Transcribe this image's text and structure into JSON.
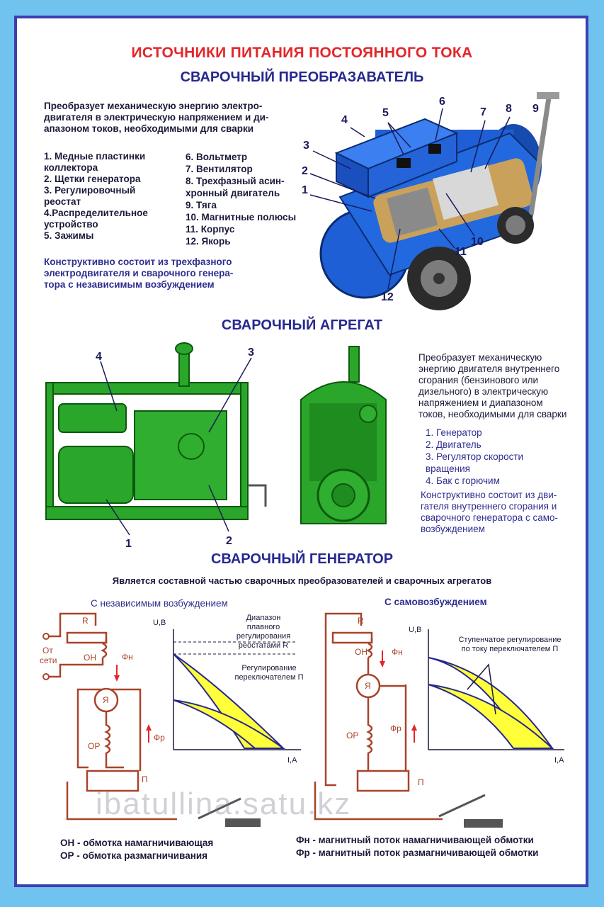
{
  "header": {
    "title": "ИСТОЧНИКИ ПИТАНИЯ ПОСТОЯННОГО ТОКА",
    "subtitle": "СВАРОЧНЫЙ ПРЕОБРАЗАВАТЕЛЬ"
  },
  "converter": {
    "description": "Преобразует механическую энергию электро-\nдвигателя в электрическую напряжением и ди-\nапазоном токов, необходимыми для сварки",
    "parts_left": [
      "1. Медные пластинки\nколлектора",
      "2. Щетки генератора",
      "3. Регулировочный\nреостат",
      "4.Распределительное\nустройство",
      "5. Зажимы"
    ],
    "parts_right": [
      "6. Вольтметр",
      "7. Вентилятор",
      "8. Трехфазный асин-\nхронный двигатель",
      "9. Тяга",
      "10. Магнитные полюсы",
      "11. Корпус",
      "12. Якорь"
    ],
    "construction": "Конструктивно состоит из трехфазного\nэлектродвигателя и сварочного генера-\nтора с независимым возбуждением",
    "callouts": [
      "1",
      "2",
      "3",
      "4",
      "5",
      "6",
      "7",
      "8",
      "9",
      "10",
      "11",
      "12"
    ]
  },
  "aggregate": {
    "title": "СВАРОЧНЫЙ АГРЕГАТ",
    "description": "Преобразует механическую\nэнергию двигателя внутреннего\nсгорания (бензинового или\nдизельного) в электрическую\nнапряжением и диапазоном\nтоков, необходимыми для сварки",
    "parts": [
      "1. Генератор",
      "2. Двигатель",
      "3. Регулятор скорости\nвращения",
      "4. Бак с горючим"
    ],
    "construction": "Конструктивно состоит из дви-\nгателя внутреннего сгорания и\nсварочного генератора с само-\nвозбуждением",
    "callouts": [
      "4",
      "3",
      "1",
      "2"
    ]
  },
  "generator": {
    "title": "СВАРОЧНЫЙ ГЕНЕРАТОР",
    "intro": "Является составной частью сварочных преобразователей и сварочных агрегатов",
    "left_caption": "С независимым возбуждением",
    "right_caption": "С самовозбуждением",
    "left_labels": {
      "r": "R",
      "source": "От\nсети",
      "oh": "ОН",
      "fn": "Фн",
      "ya": "Я",
      "op": "ОР",
      "fr": "Фр",
      "p": "П"
    },
    "right_labels": {
      "r": "R",
      "oh": "ОН",
      "fn": "Фн",
      "ya": "Я",
      "op": "ОР",
      "fr": "Фр",
      "p": "П"
    },
    "left_chart": {
      "ylabel": "U,B",
      "xlabel": "I,A",
      "note_range": "Диапазон\nплавного\nрегулирования\nреостатами R",
      "note_switch": "Регулирование\nпереключателем П"
    },
    "right_chart": {
      "ylabel": "U,B",
      "xlabel": "I,A",
      "note": "Ступенчатое регулирование\nпо току переключателем П"
    },
    "legend_left": [
      "ОН - обмотка намагничивающая",
      "ОР - обмотка размагничивания"
    ],
    "legend_right": [
      "Фн - магнитный поток намагничивающей обмотки",
      "Фр - магнитный поток размагничивающей обмотки"
    ]
  },
  "watermark": "ibatullina.satu.kz",
  "colors": {
    "frame": "#3b3fb0",
    "background": "#6fc3ee",
    "title_red": "#e3262b",
    "heading": "#26288f",
    "machine_blue": "#1f5fd6",
    "machine_green": "#2aa62a",
    "circuit": "#a9432a",
    "curve_fill": "#ffff3a"
  }
}
